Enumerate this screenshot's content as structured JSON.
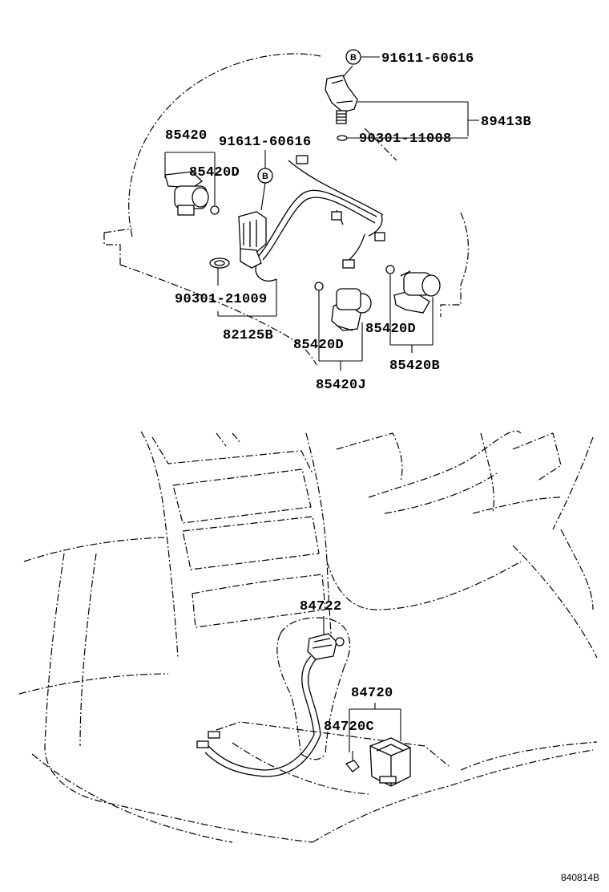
{
  "diagram": {
    "callouts": {
      "c91611_top": "91611-60616",
      "c89413b": "89413B",
      "c90301_11008": "90301-11008",
      "c85420": "85420",
      "c91611_mid": "91611-60616",
      "c85420d_left": "85420D",
      "c90301_21009": "90301-21009",
      "c82125b": "82125B",
      "c85420d_mid": "85420D",
      "c85420d_right": "85420D",
      "c85420j": "85420J",
      "c85420b": "85420B",
      "c84722": "84722",
      "c84720": "84720",
      "c84720c": "84720C"
    },
    "marker_b_top": "B",
    "marker_b_mid": "B",
    "figure_number": "840814B"
  }
}
